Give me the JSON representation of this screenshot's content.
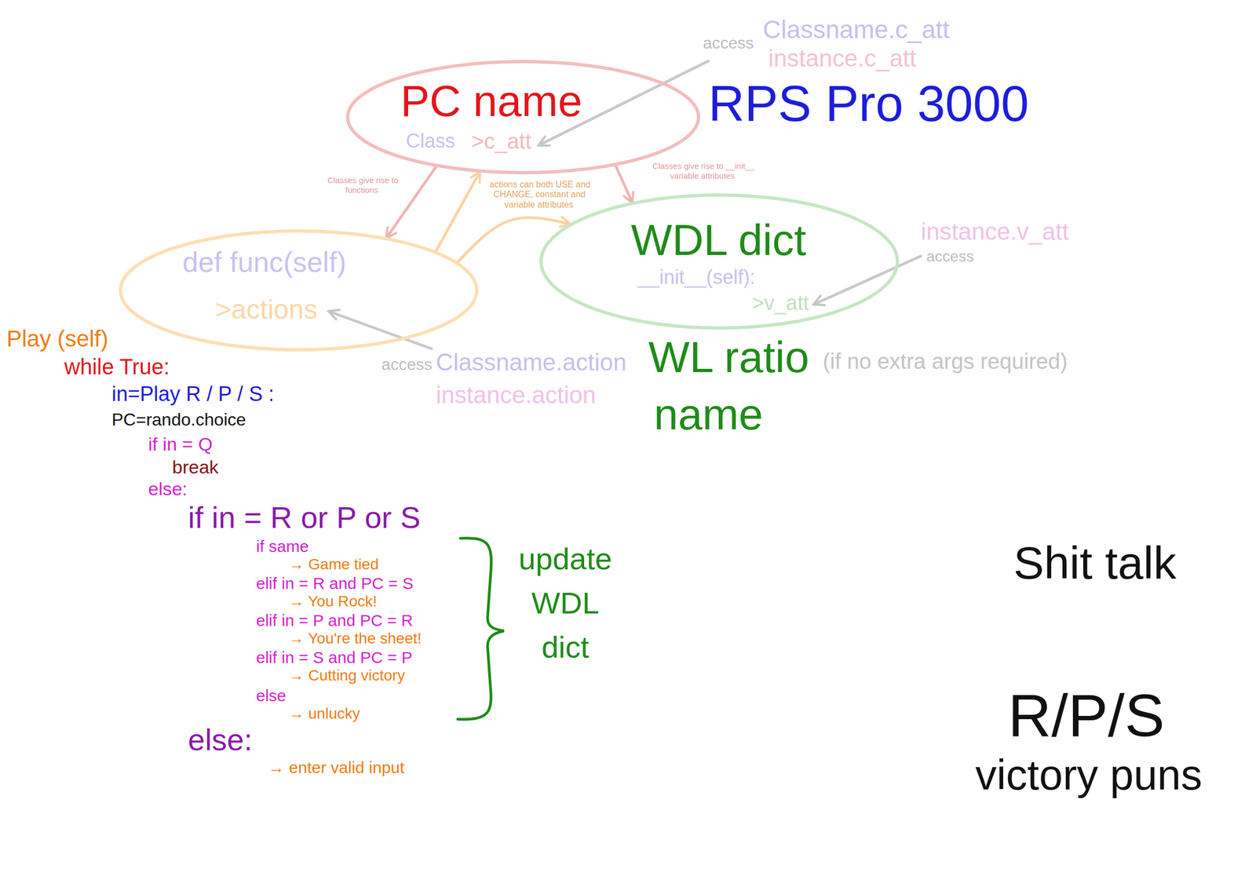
{
  "diagram": {
    "title": "RPS Pro 3000",
    "nodes": [
      {
        "text": [
          "PC name",
          "Class",
          ">c_att"
        ]
      },
      {
        "text": [
          "def func(self)",
          ">actions"
        ]
      },
      {
        "text": [
          "WDL dict",
          "__init__(self):",
          ">v_att"
        ]
      }
    ],
    "edges": [
      {
        "from": 0,
        "to": 1,
        "arrow": "to",
        "label": "Classes give rise to functions"
      },
      {
        "from": 1,
        "to": 0,
        "arrow": "to",
        "label": "actions can both USE and CHANGE, constant and variable attributes"
      },
      {
        "from": 0,
        "to": 2,
        "arrow": "to",
        "label": "Classes give rise to __init__ variable attributes"
      },
      {
        "from": 1,
        "to": 2,
        "arrow": "to"
      }
    ],
    "labels": [
      "access",
      "Classname.c_att",
      "instance.c_att",
      "access",
      "instance.v_att",
      "WL ratio",
      "name",
      "access",
      "Classname.action",
      "(if no extra args required)",
      "instance.action",
      "Play (self)",
      "while True:",
      "in=Play R / P / S :",
      "PC=rando.choice",
      "if in = Q",
      "break",
      "else:",
      "if in = R or P or S",
      "if same",
      "→ Game tied",
      "elif in = R and PC = S",
      "→ You Rock!",
      "elif in = P and PC = R",
      "→ You're the sheet!",
      "elif in = S and PC = P",
      "→ Cutting victory",
      "else",
      "→ unlucky",
      "else:",
      "→ enter valid input",
      "update WDL dict",
      "Shit talk",
      "R/P/S",
      "victory puns"
    ]
  }
}
